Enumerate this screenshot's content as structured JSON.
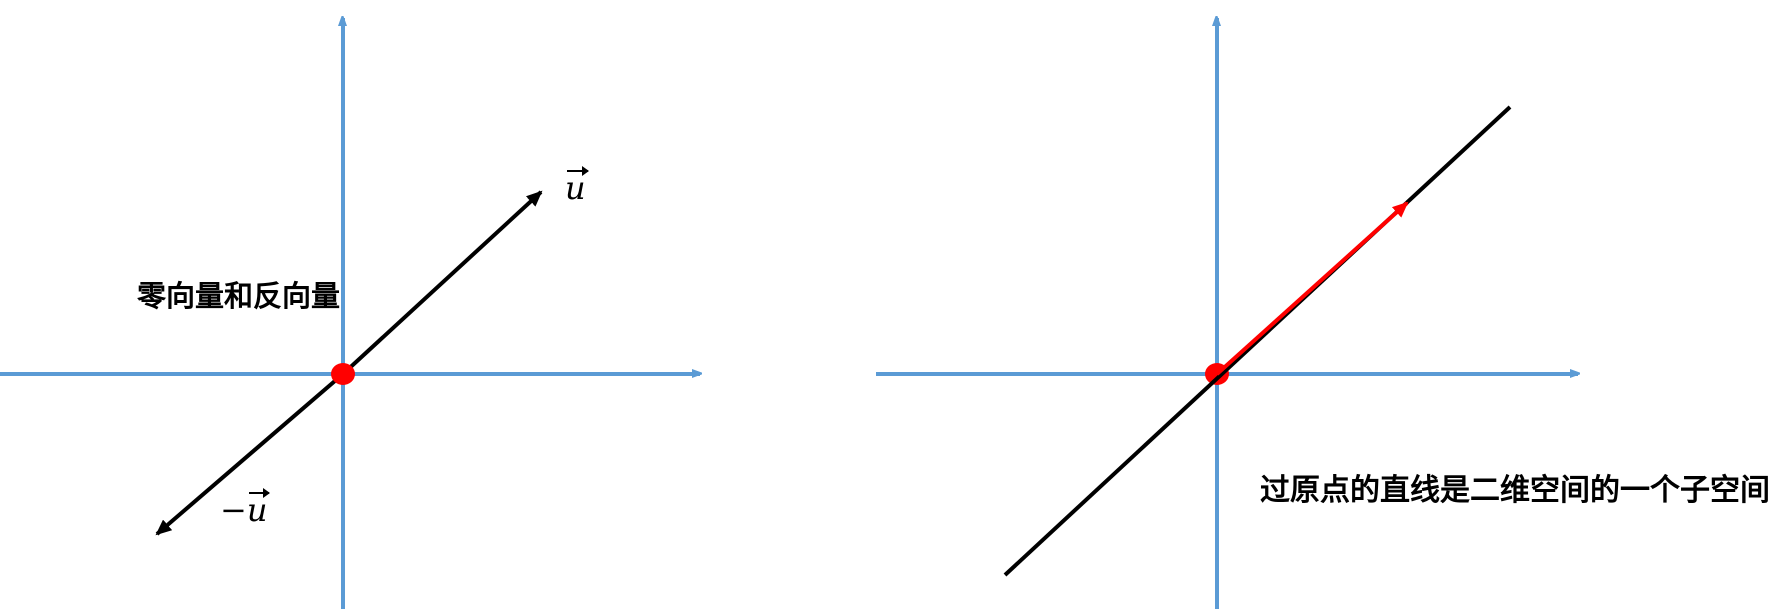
{
  "left_panel": {
    "caption": "零向量和反向量",
    "vector_label": "u",
    "negative_vector_label": "u",
    "negative_sign": "−"
  },
  "right_panel": {
    "caption": "过原点的直线是二维空间的一个子空间"
  },
  "colors": {
    "axis": "#5b9bd5",
    "line": "#000000",
    "origin_dot": "#ff0000",
    "vector_highlight": "#ff0000"
  }
}
